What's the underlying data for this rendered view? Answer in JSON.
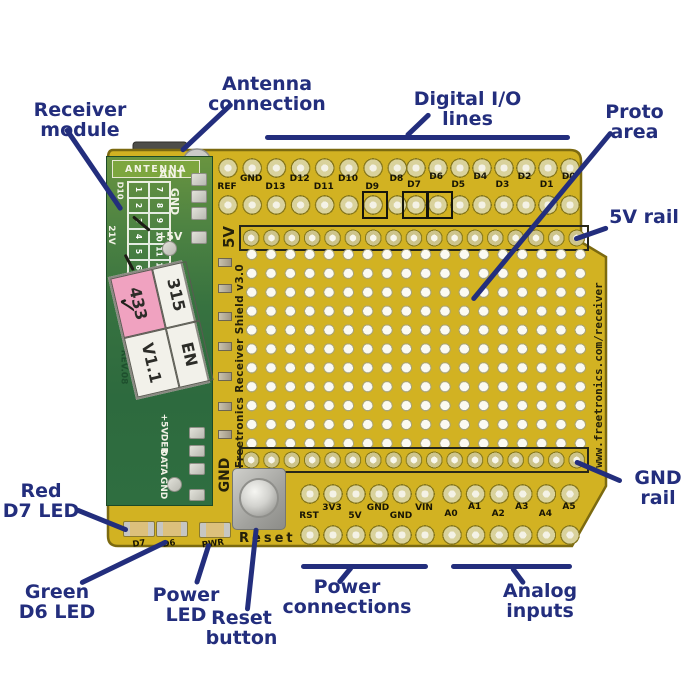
{
  "callouts": {
    "receiver_module": "Receiver module",
    "antenna_connection": "Antenna connection",
    "digital_io": "Digital I/O lines",
    "proto_area": "Proto area",
    "rail_5v": "5V rail",
    "rail_gnd": "GND rail",
    "red_led_line1": "Red",
    "red_led_line2": "D7 LED",
    "green_led_line1": "Green",
    "green_led_line2": "D6 LED",
    "power_led": "Power LED",
    "reset_button": "Reset button",
    "power_connections": "Power connections",
    "analog_inputs": "Analog inputs"
  },
  "board": {
    "shield_text": "Freetronics Receiver Shield v3.0",
    "url_text": "www.freetronics.com/receiver",
    "rail_5v_label": "5V",
    "rail_gnd_label": "GND",
    "reset_label": "Reset",
    "digital_pins_left": [
      "REF",
      "GND",
      "D13",
      "D12",
      "D11",
      "D10",
      "D9",
      "D8"
    ],
    "digital_pins_right": [
      "D7",
      "D6",
      "D5",
      "D4",
      "D3",
      "D2",
      "D1",
      "D0"
    ],
    "power_pins": [
      "RST",
      "3V3",
      "5V",
      "GND",
      "GND",
      "VIN"
    ],
    "analog_pins": [
      "A0",
      "A1",
      "A2",
      "A3",
      "A4",
      "A5"
    ],
    "led_labels": [
      "D7",
      "D6",
      "PWR"
    ]
  },
  "module": {
    "antenna_label": "ANTENNA",
    "pin_ant": "ANT",
    "pin_gnd": "GND",
    "pin_5v": "+5V",
    "d10_label": "D10",
    "side_label": "21V",
    "table_cols": [
      [
        "1",
        "2",
        "3",
        "4",
        "5",
        "6"
      ],
      [
        "7",
        "8",
        "9",
        "10",
        "11",
        "12"
      ]
    ],
    "bottom_pins": [
      "+5V",
      "DER",
      "DATA",
      "GND"
    ],
    "rev_label": "REV.08",
    "sticker": {
      "top_left": "433",
      "top_right": "315",
      "bottom_left": "V1.1",
      "bottom_right": "EN",
      "checkmark": "✓"
    }
  },
  "colors": {
    "annotation_navy": "#232e7d",
    "board_yellow": "#d2b222",
    "module_green": "#3f7c44",
    "sticker_pink": "#f0a2c0"
  }
}
